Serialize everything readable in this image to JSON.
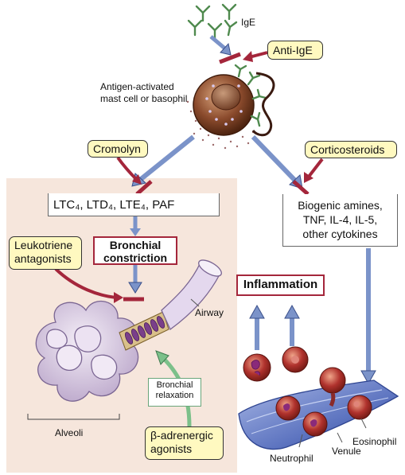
{
  "labels": {
    "ige": "IgE",
    "anti_ige": "Anti-IgE",
    "mast_cell_line1": "Antigen-activated",
    "mast_cell_line2": "mast cell or basophil",
    "cromolyn": "Cromolyn",
    "corticosteroids": "Corticosteroids",
    "mediators": "LTC₄, LTD₄, LTE₄, PAF",
    "biogenic_line1": "Biogenic amines,",
    "biogenic_line2": "TNF, IL-4, IL-5,",
    "biogenic_line3": "other cytokines",
    "leukotriene_line1": "Leukotriene",
    "leukotriene_line2": "antagonists",
    "bronchial_line1": "Bronchial",
    "bronchial_line2": "constriction",
    "inflammation": "Inflammation",
    "airway": "Airway",
    "relaxation_line1": "Bronchial",
    "relaxation_line2": "relaxation",
    "beta_line1": "β-adrenergic",
    "beta_line2": "agonists",
    "alveoli": "Alveoli",
    "neutrophil": "Neutrophil",
    "venule": "Venule",
    "eosinophil": "Eosinophil"
  },
  "colors": {
    "panel_bg": "#f6e6dc",
    "arrow_blue": "#7b93c9",
    "arrow_red": "#a4263b",
    "arrow_green": "#7cc08a",
    "drug_box": "#fff9c0",
    "cell_brown": "#8a4a2c",
    "lung_purple": "#d8c8e0",
    "venule_blue": "#5d74c0",
    "rbc_red": "#b0322d"
  }
}
